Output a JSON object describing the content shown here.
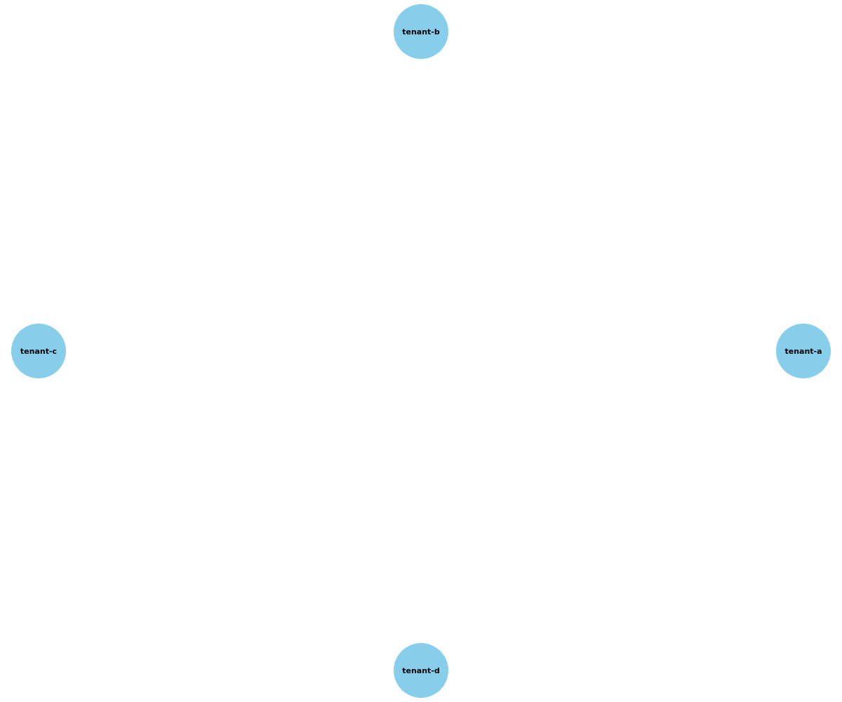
{
  "diagram": {
    "node_color": "#87ceeb",
    "label_color": "#000000",
    "nodes": [
      {
        "id": "tenant-a",
        "label": "tenant-a"
      },
      {
        "id": "tenant-b",
        "label": "tenant-b"
      },
      {
        "id": "tenant-c",
        "label": "tenant-c"
      },
      {
        "id": "tenant-d",
        "label": "tenant-d"
      }
    ],
    "edges": []
  }
}
